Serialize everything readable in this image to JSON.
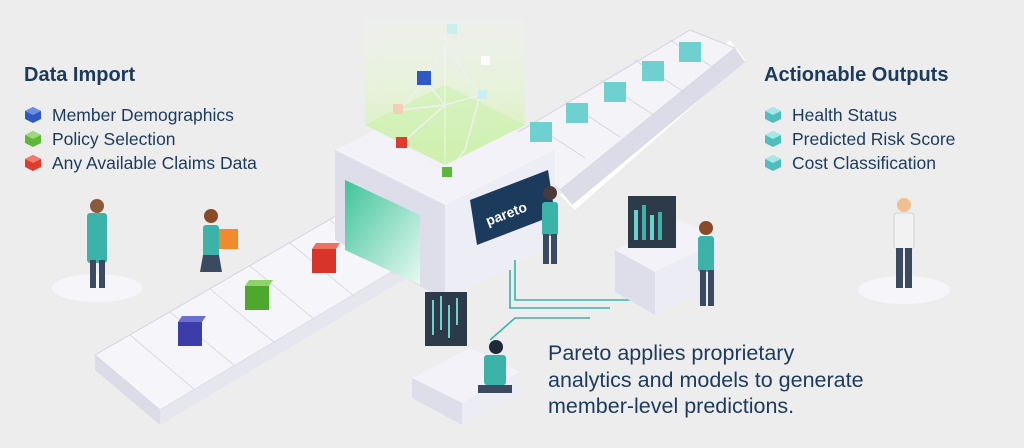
{
  "left_panel": {
    "title": "Data Import",
    "items": [
      {
        "label": "Member Demographics",
        "color": "#2e58c4"
      },
      {
        "label": "Policy Selection",
        "color": "#5cb83a"
      },
      {
        "label": "Any Available Claims Data",
        "color": "#e03b2c"
      }
    ]
  },
  "right_panel": {
    "title": "Actionable Outputs",
    "items": [
      {
        "label": "Health Status",
        "color": "#6fd1cf"
      },
      {
        "label": "Predicted Risk Score",
        "color": "#6fd1cf"
      },
      {
        "label": "Cost Classification",
        "color": "#6fd1cf"
      }
    ]
  },
  "caption": {
    "line1": "Pareto applies proprietary",
    "line2": "analytics and models to generate",
    "line3": "member-level predictions."
  },
  "machine": {
    "logo_text": "pareto"
  },
  "colors": {
    "heading": "#1c3a5c",
    "teal": "#3bb3a8",
    "belt": "#f4f4f8",
    "machine": "#e4e4f0"
  }
}
